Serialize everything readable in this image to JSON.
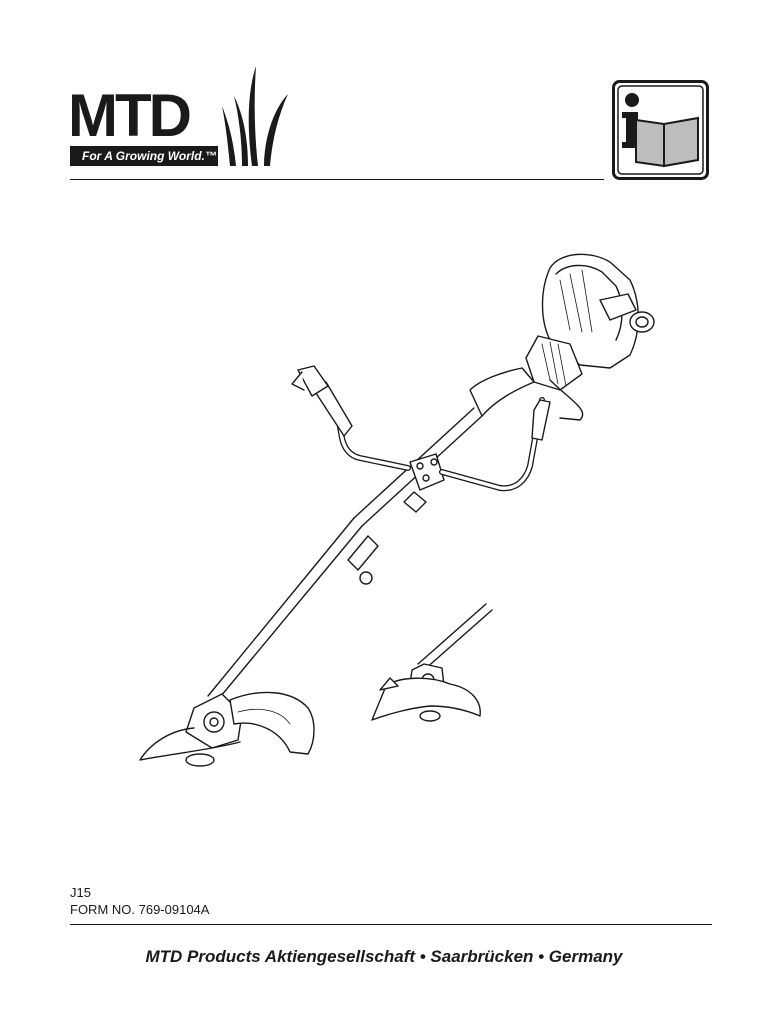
{
  "brand": {
    "wordmark": "MTD",
    "tagline": "For A Growing World.™",
    "registered": "®"
  },
  "info_icon": "manual-info-icon",
  "illustration_icon": "brush-cutter-illustration",
  "model": "J15",
  "form_number": "FORM NO. 769-09104A",
  "footer": {
    "company": "MTD Products Aktiengesellschaft • Saarbrücken • Germany"
  }
}
